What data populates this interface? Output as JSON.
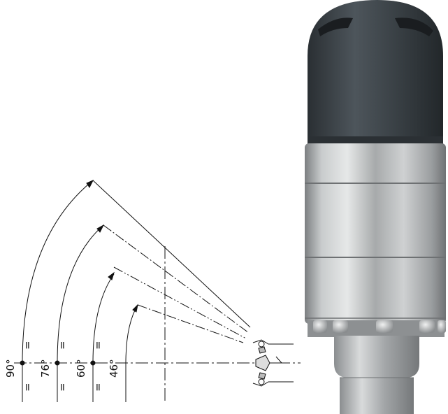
{
  "diagram": {
    "angles": [
      {
        "value": "90°",
        "degrees": 90
      },
      {
        "value": "76°",
        "degrees": 76
      },
      {
        "value": "60°",
        "degrees": 60
      },
      {
        "value": "46°",
        "degrees": 46
      }
    ],
    "equal_mark": "="
  },
  "product": {
    "cap_color": "#3b4146",
    "body_color": "#b9bcbe"
  }
}
